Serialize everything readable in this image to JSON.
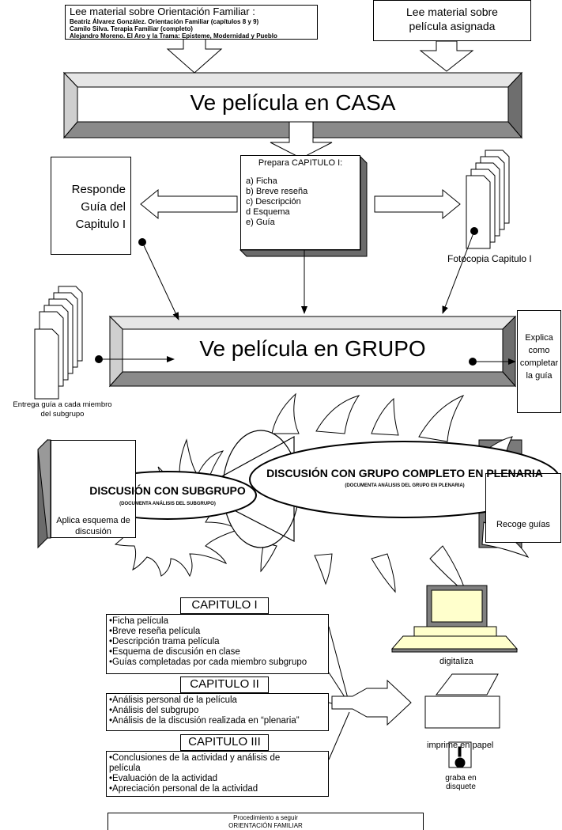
{
  "top_left_box": {
    "title": "Lee material sobre Orientación Familiar :",
    "refs": [
      "Beatriz Álvarez González.  Orientación Familiar (capítulos 8 y  9)",
      "Camilo Silva. Terapia Familiar (completo)",
      "Alejandro Moreno. El Aro y la Trama: Episteme, Modernidad y Pueblo"
    ]
  },
  "top_right_box": {
    "line1": "Lee material sobre",
    "line2": "película asignada"
  },
  "banner_casa": "Ve película en CASA",
  "prepara": {
    "title": "Prepara CAPITULO I:",
    "items": [
      "a) Ficha",
      "b) Breve reseña",
      "c) Descripción",
      "d Esquema",
      "e) Guía"
    ]
  },
  "responde": {
    "line1": "Responde",
    "line2": "Guía del",
    "line3": "Capitulo I"
  },
  "fotocopia": "Fotocopia Capitulo I",
  "banner_grupo": "Ve película en GRUPO",
  "entrega": {
    "line1": "Entrega guía a cada miembro",
    "line2": "del subgrupo"
  },
  "explica": {
    "line1": "Explica",
    "line2": "como",
    "line3": "completar",
    "line4": "la guía"
  },
  "aplica": {
    "line1": "Aplica esquema de",
    "line2": "discusión"
  },
  "recoge": "Recoge guías",
  "subgrupo": {
    "title": "DISCUSIÓN CON SUBGRUPO",
    "sub": "(DOCUMENTA ANÁLISIS DEL SUBGRUPO)"
  },
  "plenaria": {
    "title": "DISCUSIÓN CON GRUPO COMPLETO EN PLENARIA",
    "sub": "(DOCUMENTA ANÁLISIS DEL GRUPO EN PLENARIA)"
  },
  "cap1": {
    "title": "CAPITULO I",
    "items": [
      "•Ficha película",
      "•Breve reseña película",
      "•Descripción trama película",
      "•Esquema de discusión en clase",
      "•Guías completadas por cada miembro subgrupo"
    ]
  },
  "cap2": {
    "title": "CAPITULO II",
    "items": [
      "•Análisis personal de la película",
      "•Análisis del subgrupo",
      "•Análisis de la discusión realizada en “plenaria”"
    ]
  },
  "cap3": {
    "title": "CAPITULO III",
    "items": [
      "•Conclusiones de la actividad y análisis de",
      "película",
      "•Evaluación de la actividad",
      "•Apreciación  personal de la actividad"
    ]
  },
  "digitaliza": "digitaliza",
  "imprime": "imprime en papel",
  "graba": {
    "line1": "graba en",
    "line2": "disquete"
  },
  "footer": {
    "line1": "Procedimiento a seguir",
    "line2": "ORIENTACIÓN FAMILIAR"
  }
}
